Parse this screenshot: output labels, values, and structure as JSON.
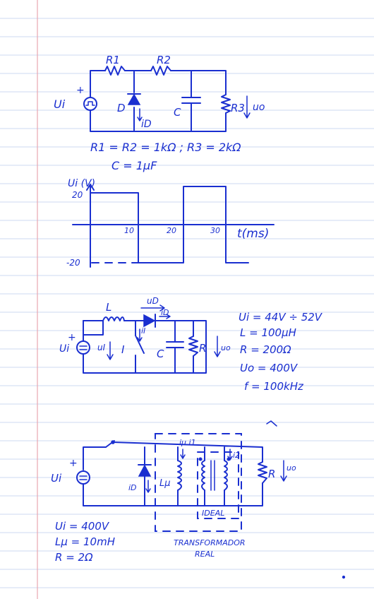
{
  "colors": {
    "ink": "#1a2fd0",
    "rule": "#cdd8f0",
    "margin": "#e9a7b0"
  },
  "circuit1": {
    "source_label": "Ui",
    "source_polarity": "+",
    "r1_label": "R1",
    "r2_label": "R2",
    "diode_label": "D",
    "diode_current": "iD",
    "cap_label": "C",
    "r3_label": "R3",
    "output_label": "uo",
    "params_line1": "R1 = R2 = 1kΩ ; R3 = 2kΩ",
    "params_line2": "C = 1µF"
  },
  "waveform": {
    "y_axis_label": "Ui (V)",
    "x_axis_label": "t(ms)",
    "y_ticks": [
      "20",
      "-20"
    ],
    "x_ticks": [
      "10",
      "20",
      "30"
    ]
  },
  "circuit2": {
    "source_label": "Ui",
    "source_polarity": "+",
    "inductor_label": "L",
    "diode_voltage_label": "uD",
    "diode_current_label": "iD",
    "switch_current_label": "iI",
    "switch_voltage_label": "uI",
    "switch_label": "I",
    "cap_label": "C",
    "load_label": "R",
    "output_label": "uo",
    "params": [
      "Ui = 44V ÷ 52V",
      "L = 100µH",
      "R = 200Ω",
      "Uo = 400V",
      "f = 100kHz"
    ]
  },
  "circuit3": {
    "source_label": "Ui",
    "source_polarity": "+",
    "diode_current_label": "iD",
    "lmu_label": "Lµ",
    "current_labels": "iµ  i1",
    "i2_label": "i2",
    "load_label": "R",
    "output_label": "uo",
    "ideal_label": "IDEAL",
    "transformer_label_line1": "TRANSFORMADOR",
    "transformer_label_line2": "REAL",
    "params": [
      "Ui = 400V",
      "Lµ = 10mH",
      "R = 2Ω"
    ]
  }
}
